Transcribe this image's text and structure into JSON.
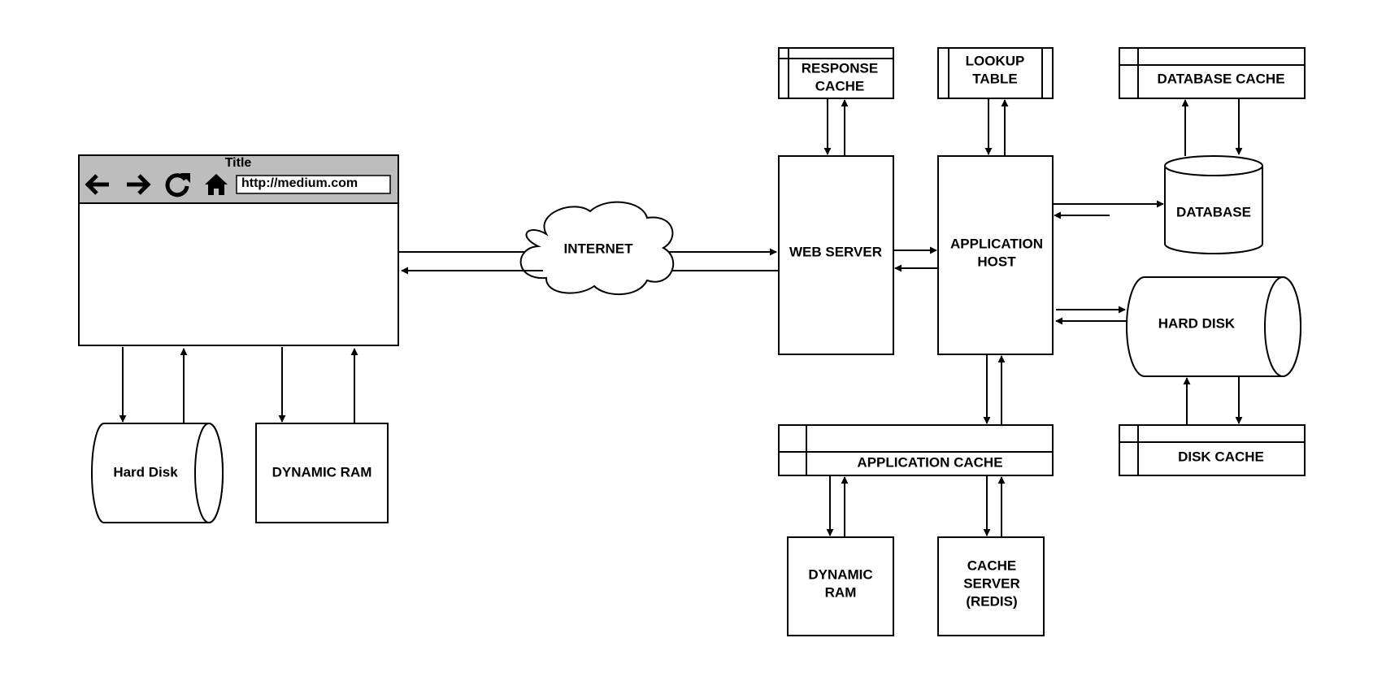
{
  "browser": {
    "title": "Title",
    "url": "http://medium.com",
    "icons": [
      "back-arrow-icon",
      "forward-arrow-icon",
      "refresh-icon",
      "home-icon"
    ]
  },
  "client": {
    "hard_disk": "Hard Disk",
    "dynamic_ram": "DYNAMIC RAM"
  },
  "internet": "INTERNET",
  "server": {
    "web_server": "WEB SERVER",
    "response_cache": [
      "RESPONSE",
      "CACHE"
    ],
    "lookup_table": [
      "LOOKUP",
      "TABLE"
    ],
    "application_host": [
      "APPLICATION",
      "HOST"
    ],
    "database_cache": "DATABASE CACHE",
    "database": "DATABASE",
    "hard_disk": "HARD DISK",
    "disk_cache": "DISK CACHE",
    "application_cache": "APPLICATION CACHE",
    "dynamic_ram": [
      "DYNAMIC",
      "RAM"
    ],
    "cache_server": [
      "CACHE",
      "SERVER",
      "(REDIS)"
    ]
  }
}
